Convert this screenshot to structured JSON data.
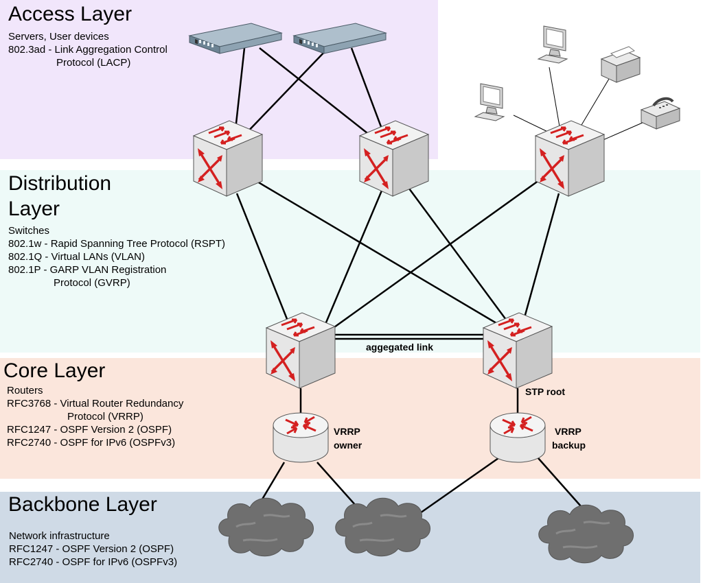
{
  "colors": {
    "access_band": "#f1e6fb",
    "distribution_band": "#eefaf8",
    "core_band": "#fbe6dc",
    "backbone_band": "#cfdae6",
    "switch_face": "#d9d9d9",
    "arrow_red": "#d42020",
    "cloud": "#6f6f6f",
    "link": "#000000"
  },
  "layers": {
    "access": {
      "title": "Access Layer",
      "desc": [
        "Servers, User devices",
        "802.3ad - Link Aggregation Control",
        "Protocol (LACP)"
      ]
    },
    "distribution": {
      "title_line1": "Distribution",
      "title_line2": "Layer",
      "desc": [
        "Switches",
        "802.1w - Rapid Spanning Tree Protocol (RSPT)",
        "802.1Q - Virtual LANs (VLAN)",
        "802.1P - GARP VLAN Registration",
        "Protocol (GVRP)"
      ]
    },
    "core": {
      "title": "Core Layer",
      "desc": [
        "Routers",
        "RFC3768  - Virtual Router Redundancy",
        "Protocol (VRRP)",
        "RFC1247 - OSPF Version 2 (OSPF)",
        "RFC2740 - OSPF for IPv6 (OSPFv3)"
      ]
    },
    "backbone": {
      "title": "Backbone Layer",
      "desc": [
        "Network infrastructure",
        "RFC1247 - OSPF Version 2 (OSPF)",
        "RFC2740 - OSPF for IPv6 (OSPFv3)"
      ]
    }
  },
  "labels": {
    "aggregated_link": "aggegated link",
    "stp_root": "STP root",
    "vrrp_owner_1": "VRRP",
    "vrrp_owner_2": "owner",
    "vrrp_backup_1": "VRRP",
    "vrrp_backup_2": "backup"
  },
  "icons": [
    "server-icon",
    "switch-icon",
    "router-icon",
    "desktop-computer-icon",
    "printer-icon",
    "fax-icon",
    "cloud-icon"
  ]
}
